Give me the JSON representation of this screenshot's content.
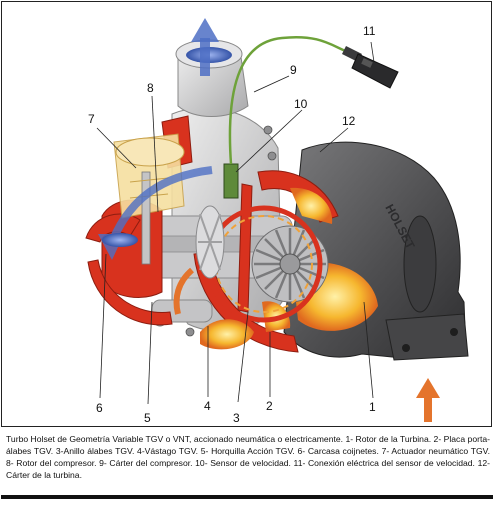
{
  "figure": {
    "casing_text": "HOLSET",
    "callouts": [
      {
        "id": "c1",
        "text": "1"
      },
      {
        "id": "c2",
        "text": "2"
      },
      {
        "id": "c3",
        "text": "3"
      },
      {
        "id": "c4",
        "text": "4"
      },
      {
        "id": "c5",
        "text": "5"
      },
      {
        "id": "c6",
        "text": "6"
      },
      {
        "id": "c7",
        "text": "7"
      },
      {
        "id": "c8",
        "text": "8"
      },
      {
        "id": "c9",
        "text": "9"
      },
      {
        "id": "c10",
        "text": "10"
      },
      {
        "id": "c11",
        "text": "11"
      },
      {
        "id": "c12",
        "text": "12"
      }
    ],
    "colors": {
      "turbine_housing": "#5a5a5c",
      "compressor_housing": "#c8c8ca",
      "section_red": "#d8321e",
      "hot_yellow": "#f7c73a",
      "arrow_blue": "#4d6fc4",
      "arrow_orange": "#e4742c",
      "sensor_wire": "#6ea23a"
    }
  },
  "caption": {
    "text": "Turbo Holset de Geometría Variable TGV o VNT, accionado neumática o electricamente. 1- Rotor de la Turbina. 2- Placa porta-álabes TGV. 3-Anillo álabes TGV. 4-Vástago TGV. 5- Horquilla Acción TGV. 6- Carcasa coijnetes. 7- Actuador neumático TGV. 8- Rotor del compresor. 9- Cárter del compresor. 10- Sensor de velocidad. 11- Conexión eléctrica del sensor de velocidad. 12- Cárter de la turbina."
  }
}
